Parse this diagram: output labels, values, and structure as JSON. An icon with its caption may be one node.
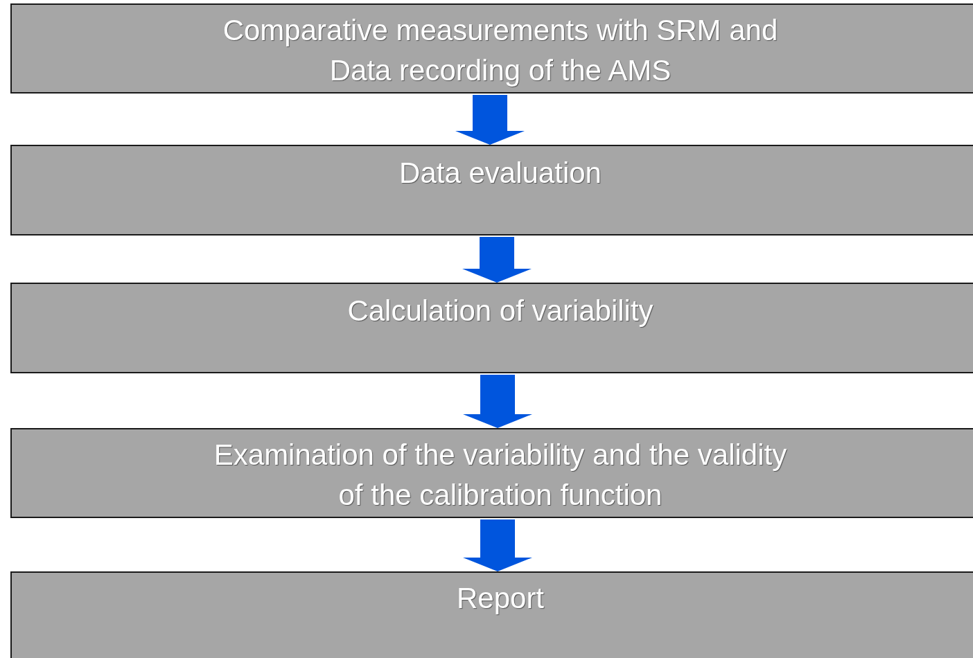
{
  "diagram": {
    "nodes": [
      {
        "text": [
          "Comparative measurements with SRM and Data recording of the AMS"
        ]
      },
      {
        "text": [
          "Data evaluation"
        ]
      },
      {
        "text": [
          "Calculation of variability"
        ]
      },
      {
        "text": [
          "Examination of the variability and the validity of the calibration function"
        ]
      },
      {
        "text": [
          "Report"
        ]
      }
    ],
    "edges": [
      {
        "from": 0,
        "to": 1,
        "arrow": "to"
      },
      {
        "from": 1,
        "to": 2,
        "arrow": "to"
      },
      {
        "from": 2,
        "to": 3,
        "arrow": "to"
      },
      {
        "from": 3,
        "to": 4,
        "arrow": "to"
      }
    ]
  }
}
